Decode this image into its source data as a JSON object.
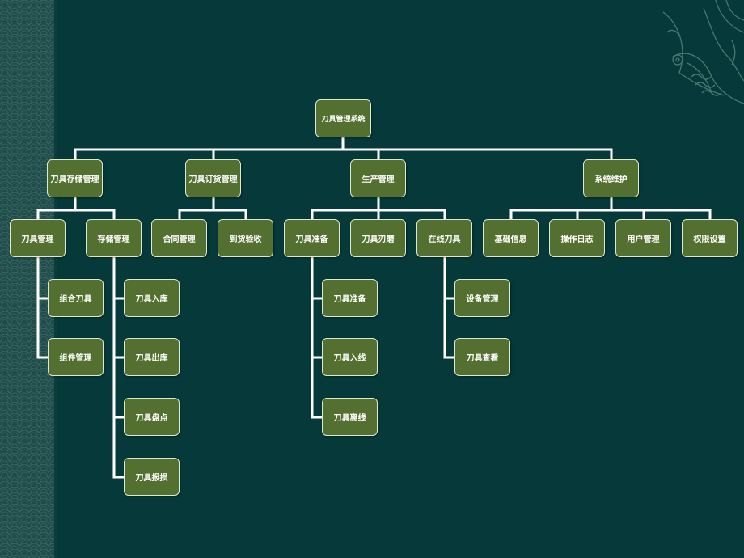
{
  "org_chart": {
    "root": "刀具管理系统",
    "branches": [
      {
        "label": "刀具存储管理",
        "children": [
          {
            "label": "刀具管理",
            "children": [
              "组合刀具",
              "组件管理"
            ]
          },
          {
            "label": "存储管理",
            "children": [
              "刀具入库",
              "刀具出库",
              "刀具盘点",
              "刀具报损"
            ]
          }
        ]
      },
      {
        "label": "刀具订货管理",
        "children": [
          {
            "label": "合同管理",
            "children": []
          },
          {
            "label": "到货验收",
            "children": []
          }
        ]
      },
      {
        "label": "生产管理",
        "children": [
          {
            "label": "刀具准备",
            "children": [
              "刀具准备",
              "刀具入线",
              "刀具离线"
            ]
          },
          {
            "label": "刀具刃磨",
            "children": []
          },
          {
            "label": "在线刀具",
            "children": [
              "设备管理",
              "刀具查看"
            ]
          }
        ]
      },
      {
        "label": "系统维护",
        "children": [
          {
            "label": "基础信息",
            "children": []
          },
          {
            "label": "操作日志",
            "children": []
          },
          {
            "label": "用户管理",
            "children": []
          },
          {
            "label": "权限设置",
            "children": []
          }
        ]
      }
    ]
  },
  "colors": {
    "background": "#05393a",
    "node_fill": "#547030",
    "node_border": "#dfe8d2",
    "connector": "#ffffff",
    "left_band": "#1f4b49"
  },
  "decorations": [
    "pattern-band",
    "phoenix-ornament"
  ]
}
